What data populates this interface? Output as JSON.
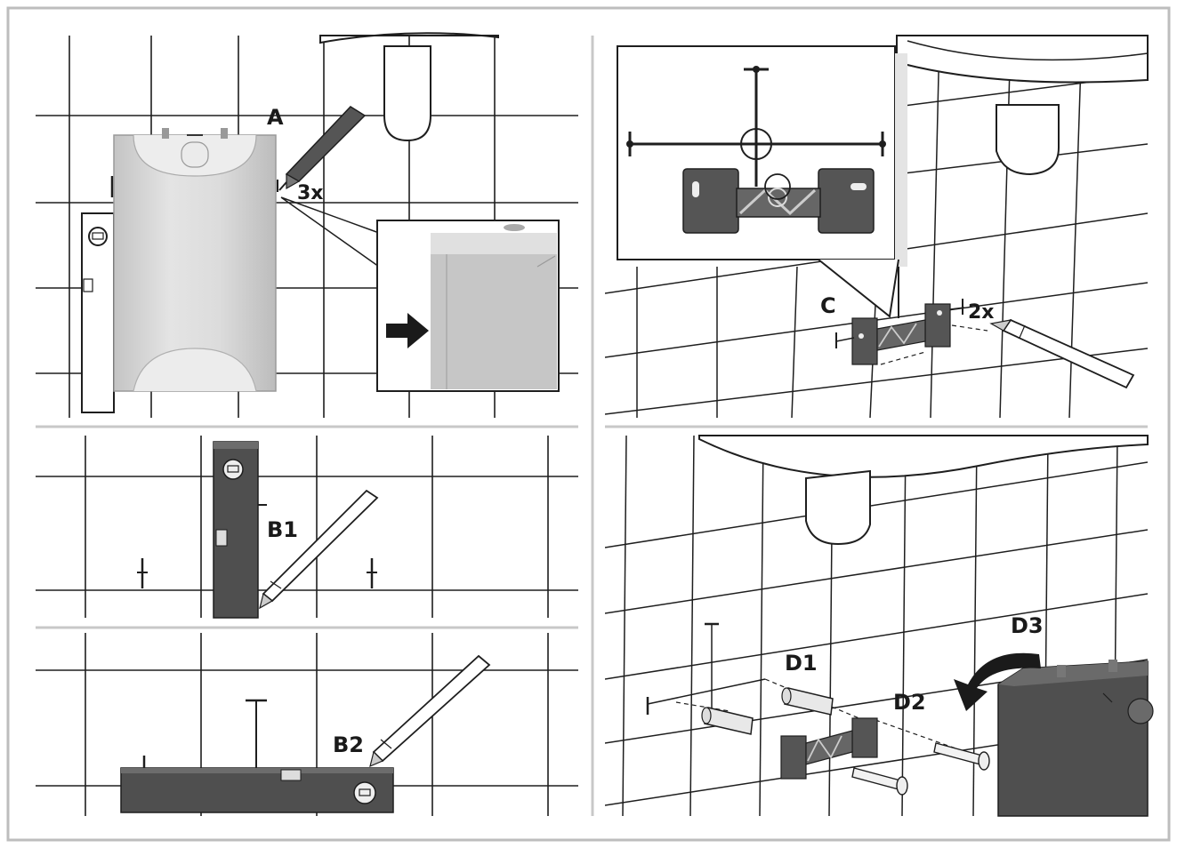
{
  "labels": {
    "a": "A",
    "a_count": "3x",
    "b1": "B1",
    "b2": "B2",
    "c": "C",
    "c_count": "2x",
    "d1": "D1",
    "d2": "D2",
    "d3": "D3"
  },
  "colors": {
    "frame": "#bdbdbd",
    "divider": "#c8c8c8",
    "grout": "#1e1e1e",
    "device": "#d2d2d2",
    "bracket": "#555555",
    "level_dark": "#4f4f4f"
  }
}
